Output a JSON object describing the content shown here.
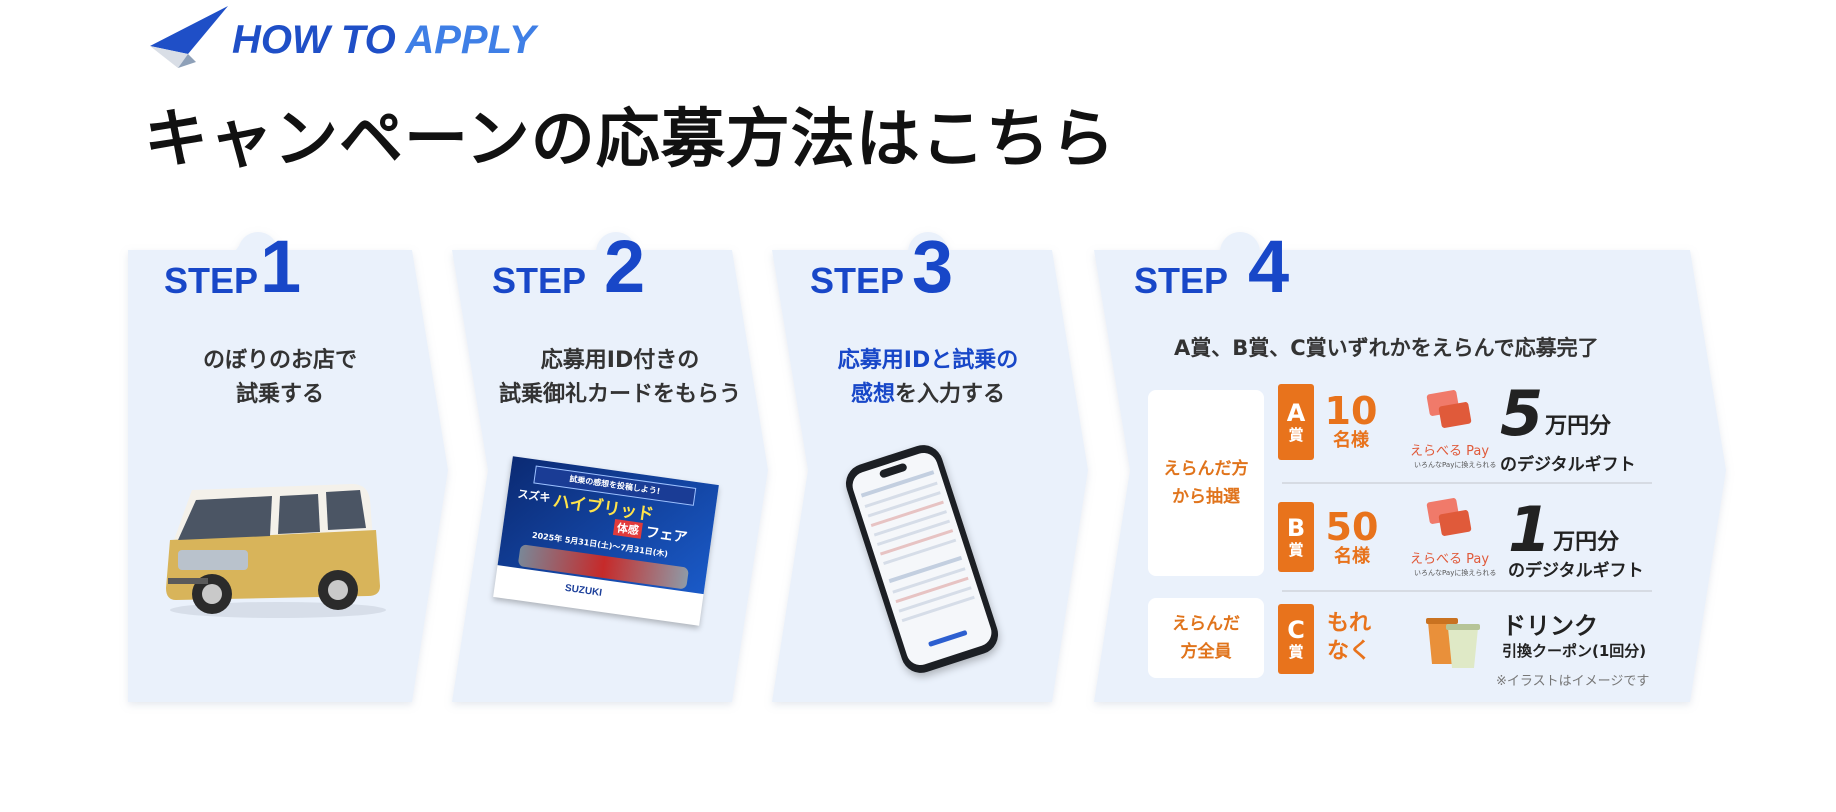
{
  "header": {
    "eyebrow_how": "HOW TO",
    "eyebrow_apply": "APPLY",
    "title": "キャンペーンの応募方法はこちら"
  },
  "steps": [
    {
      "word": "STEP",
      "num": "1",
      "line1": "のぼりのお店で",
      "line2": "試乗する"
    },
    {
      "word": "STEP",
      "num": "2",
      "line1": "応募用ID付きの",
      "line2": "試乗御礼カードをもらう"
    },
    {
      "word": "STEP",
      "num": "3",
      "line1_blue": "応募用IDと試乗の",
      "line2_blue": "感想",
      "line2_rest": "を入力する"
    },
    {
      "word": "STEP",
      "num": "4"
    }
  ],
  "card": {
    "banner": "試乗の感想を投稿しよう!",
    "brand": "スズキ",
    "title_a": "ハイブリッド",
    "title_b": "体感",
    "title_c": "フェア",
    "dates": "2025年 5月31日(土)〜7月31日(木)",
    "logo": "SUZUKI"
  },
  "prizes": {
    "headline": "A賞、B賞、C賞いずれかをえらんで応募完了",
    "lottery_label_1": "えらんだ方",
    "lottery_label_2": "から抽選",
    "all_label_1": "えらんだ",
    "all_label_2": "方全員",
    "shou": "賞",
    "pay_logo": "えらべる Pay",
    "pay_sub": "いろんなPayに換えられる",
    "items": [
      {
        "letter": "A",
        "count": "10",
        "unit": "名様",
        "amount": "5",
        "yen": "万円分",
        "desc": "のデジタルギフト"
      },
      {
        "letter": "B",
        "count": "50",
        "unit": "名様",
        "amount": "1",
        "yen": "万円分",
        "desc": "のデジタルギフト"
      },
      {
        "letter": "C",
        "count": "もれ",
        "unit": "なく",
        "amount": "ドリンク",
        "desc": "引換クーポン(1回分)"
      }
    ],
    "note": "※イラストはイメージです"
  },
  "colors": {
    "accent": "#1847c8",
    "orange": "#e8731c",
    "card_bg": "#eaf1fb"
  }
}
